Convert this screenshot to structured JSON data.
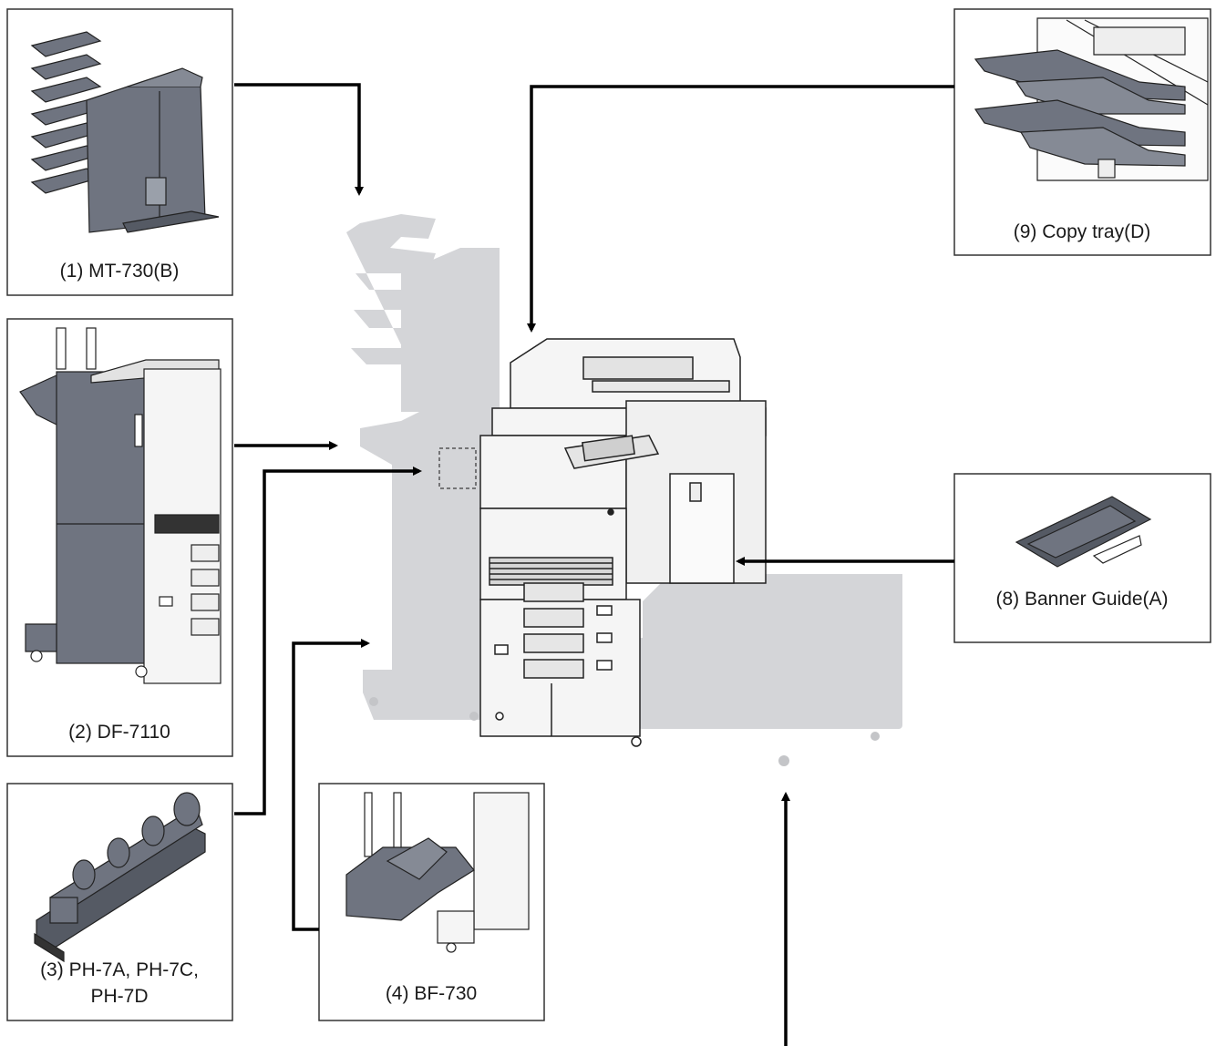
{
  "diagram": {
    "options": [
      {
        "id": "mt730",
        "label": "(1) MT-730(B)"
      },
      {
        "id": "df7110",
        "label": "(2) DF-7110"
      },
      {
        "id": "ph7",
        "label_line1": "(3) PH-7A, PH-7C,",
        "label_line2": "PH-7D"
      },
      {
        "id": "bf730",
        "label": "(4) BF-730"
      },
      {
        "id": "banner",
        "label": "(8) Banner Guide(A)"
      },
      {
        "id": "copytray",
        "label": "(9) Copy tray(D)"
      }
    ]
  },
  "colors": {
    "box_border": "#333333",
    "arrow": "#000000",
    "ghost_fill": "#d4d5d8",
    "device_dark": "#6f7480",
    "device_light": "#f4f4f4"
  }
}
